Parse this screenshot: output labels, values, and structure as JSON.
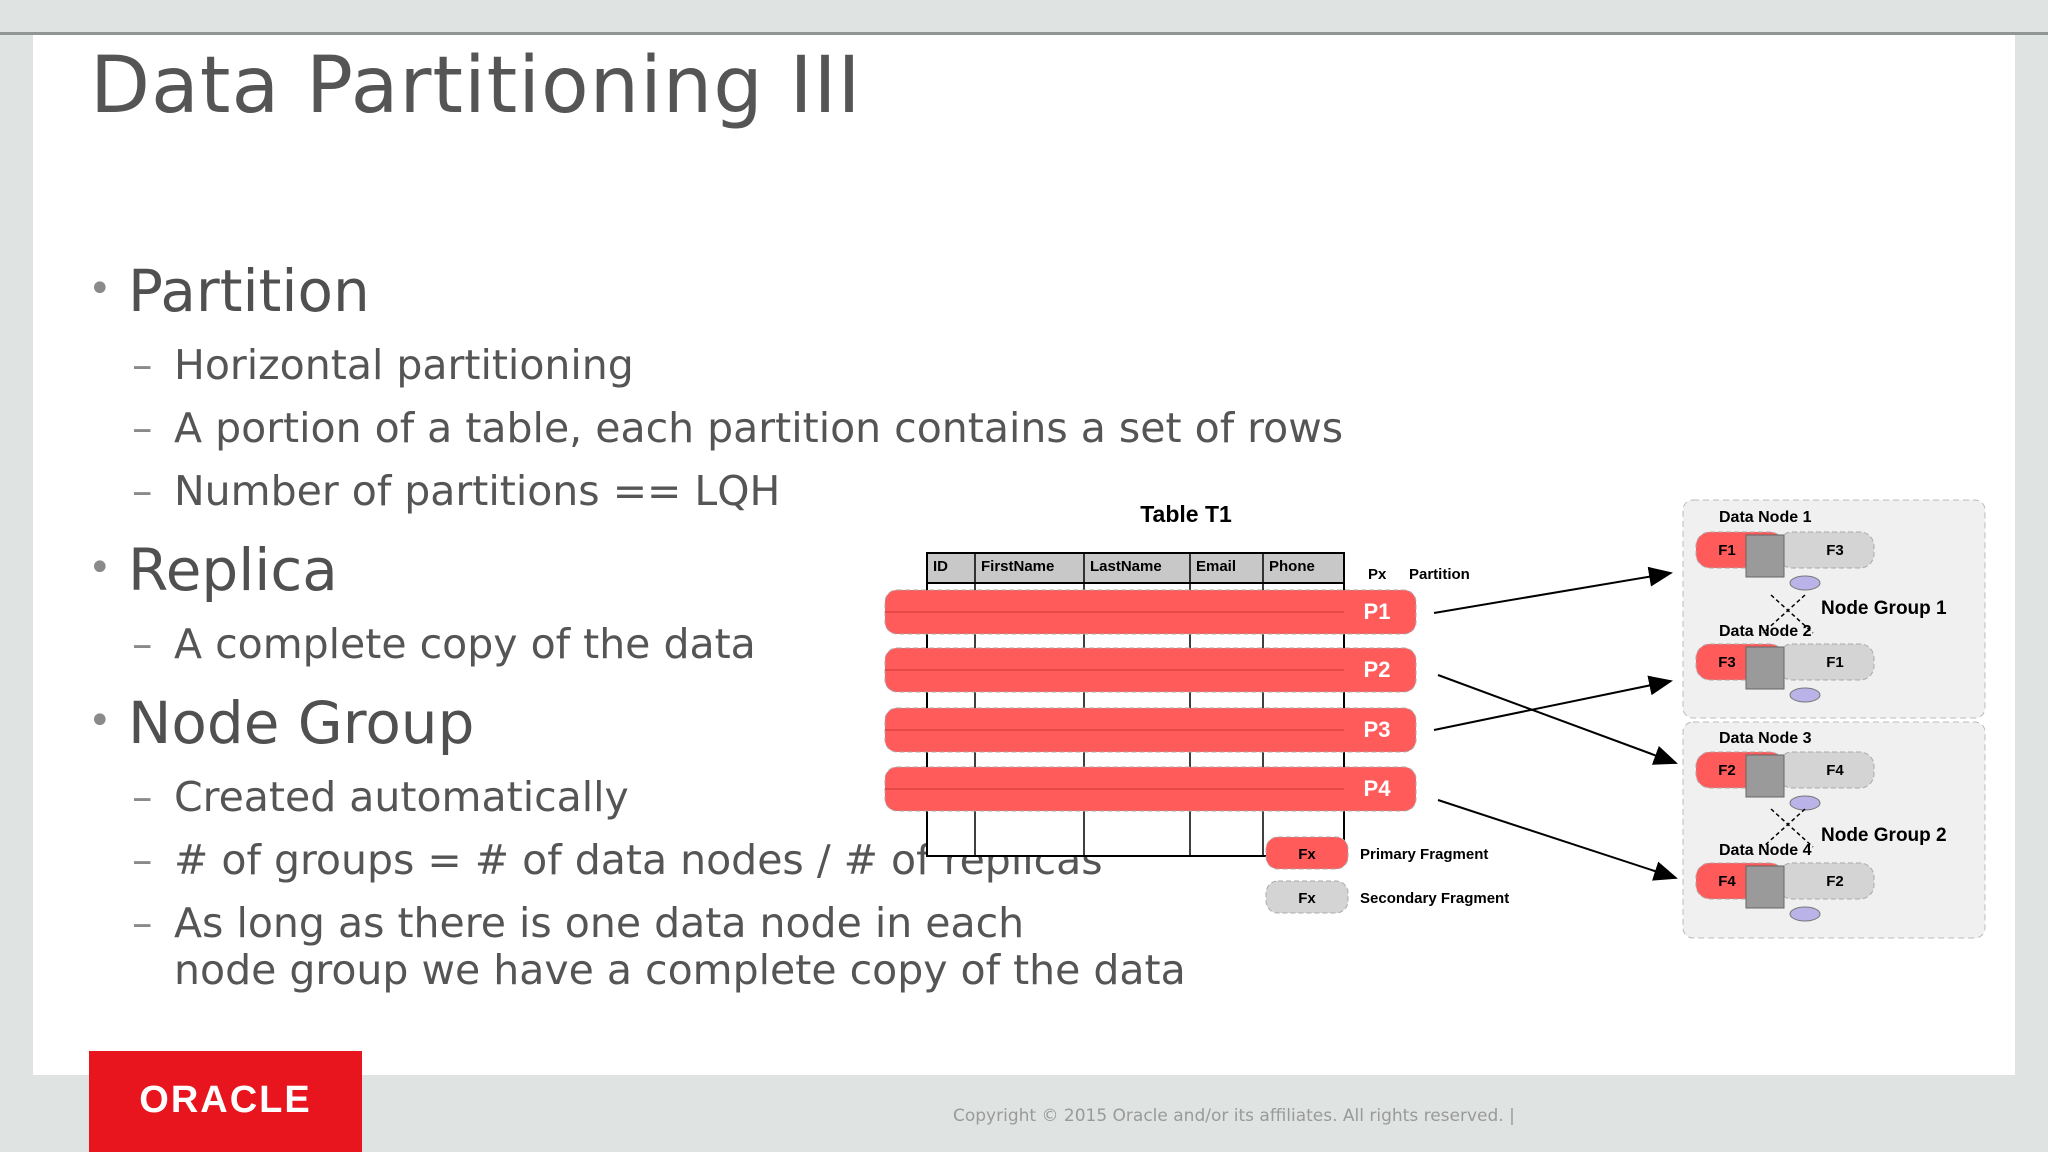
{
  "slide": {
    "title": "Data Partitioning III",
    "bullets": [
      {
        "text": "Partition",
        "subs": [
          "Horizontal partitioning",
          "A portion of a table, each partition contains a set of rows",
          "Number of partitions == LQH"
        ]
      },
      {
        "text": "Replica",
        "subs": [
          "A complete copy of the data"
        ]
      },
      {
        "text": "Node Group",
        "subs": [
          "Created automatically",
          "# of groups = # of data nodes / # of replicas",
          "As long as there is one data node in each",
          "node group we have a complete copy of the data"
        ]
      }
    ]
  },
  "diagram": {
    "table_title": "Table T1",
    "columns": [
      "ID",
      "FirstName",
      "LastName",
      "Email",
      "Phone"
    ],
    "partitions": [
      "P1",
      "P2",
      "P3",
      "P4"
    ],
    "px_label": "Px",
    "partition_label": "Partition",
    "legend": {
      "fx": "Fx",
      "primary": "Primary Fragment",
      "secondary": "Secondary Fragment"
    },
    "node_groups": [
      "Node Group 1",
      "Node Group 2"
    ],
    "data_nodes": [
      {
        "name": "Data Node 1",
        "primary": "F1",
        "secondary": "F3"
      },
      {
        "name": "Data Node 2",
        "primary": "F3",
        "secondary": "F1"
      },
      {
        "name": "Data Node 3",
        "primary": "F2",
        "secondary": "F4"
      },
      {
        "name": "Data Node 4",
        "primary": "F4",
        "secondary": "F2"
      }
    ],
    "colors": {
      "primary": "#ff5b5b",
      "secondary": "#d4d4d4",
      "disk": "#b9b3e8",
      "oracle_red": "#e8141e"
    }
  },
  "footer": {
    "logo": "ORACLE",
    "copyright": "Copyright © 2015 Oracle and/or its affiliates. All rights reserved.  |"
  }
}
